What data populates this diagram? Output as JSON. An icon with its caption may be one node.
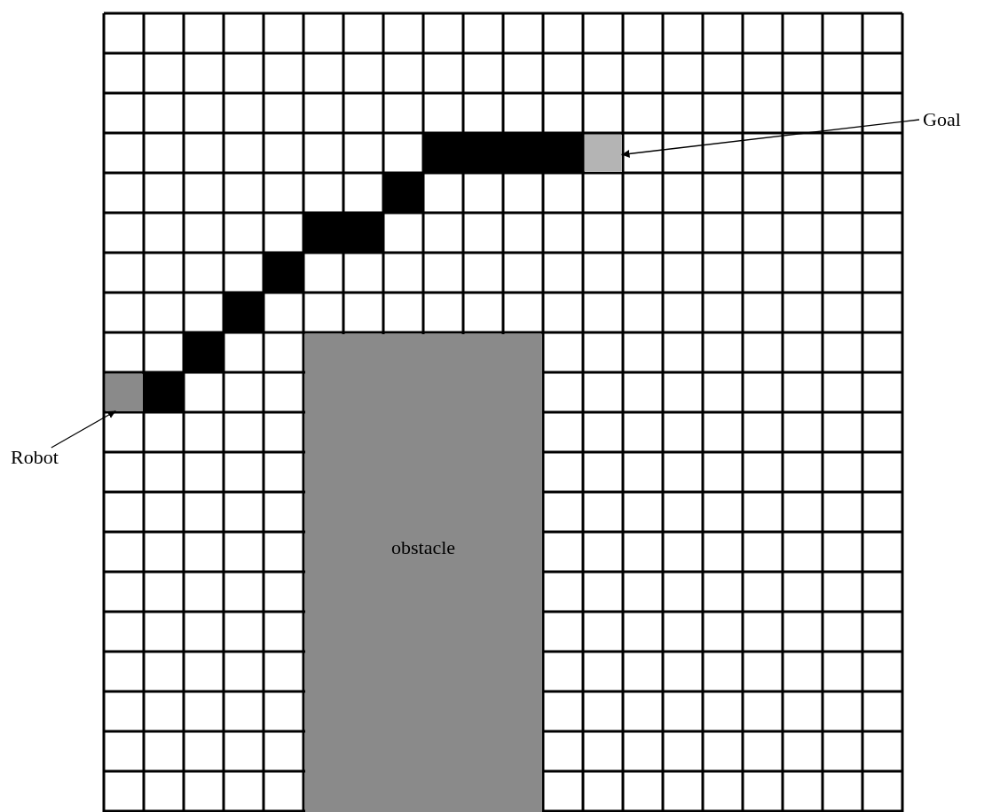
{
  "diagram": {
    "nodes": [
      {
        "text": [
          "Goal"
        ]
      },
      {
        "text": [],
        "shape": "box"
      },
      {
        "text": [],
        "shape": "box"
      },
      {
        "text": [
          "Robot"
        ]
      },
      {
        "text": [
          "obstacle"
        ]
      }
    ],
    "edges": [
      {
        "from": 0,
        "to": 1,
        "arrow": "to"
      },
      {
        "from": 3,
        "to": 2,
        "arrow": "to"
      }
    ]
  }
}
